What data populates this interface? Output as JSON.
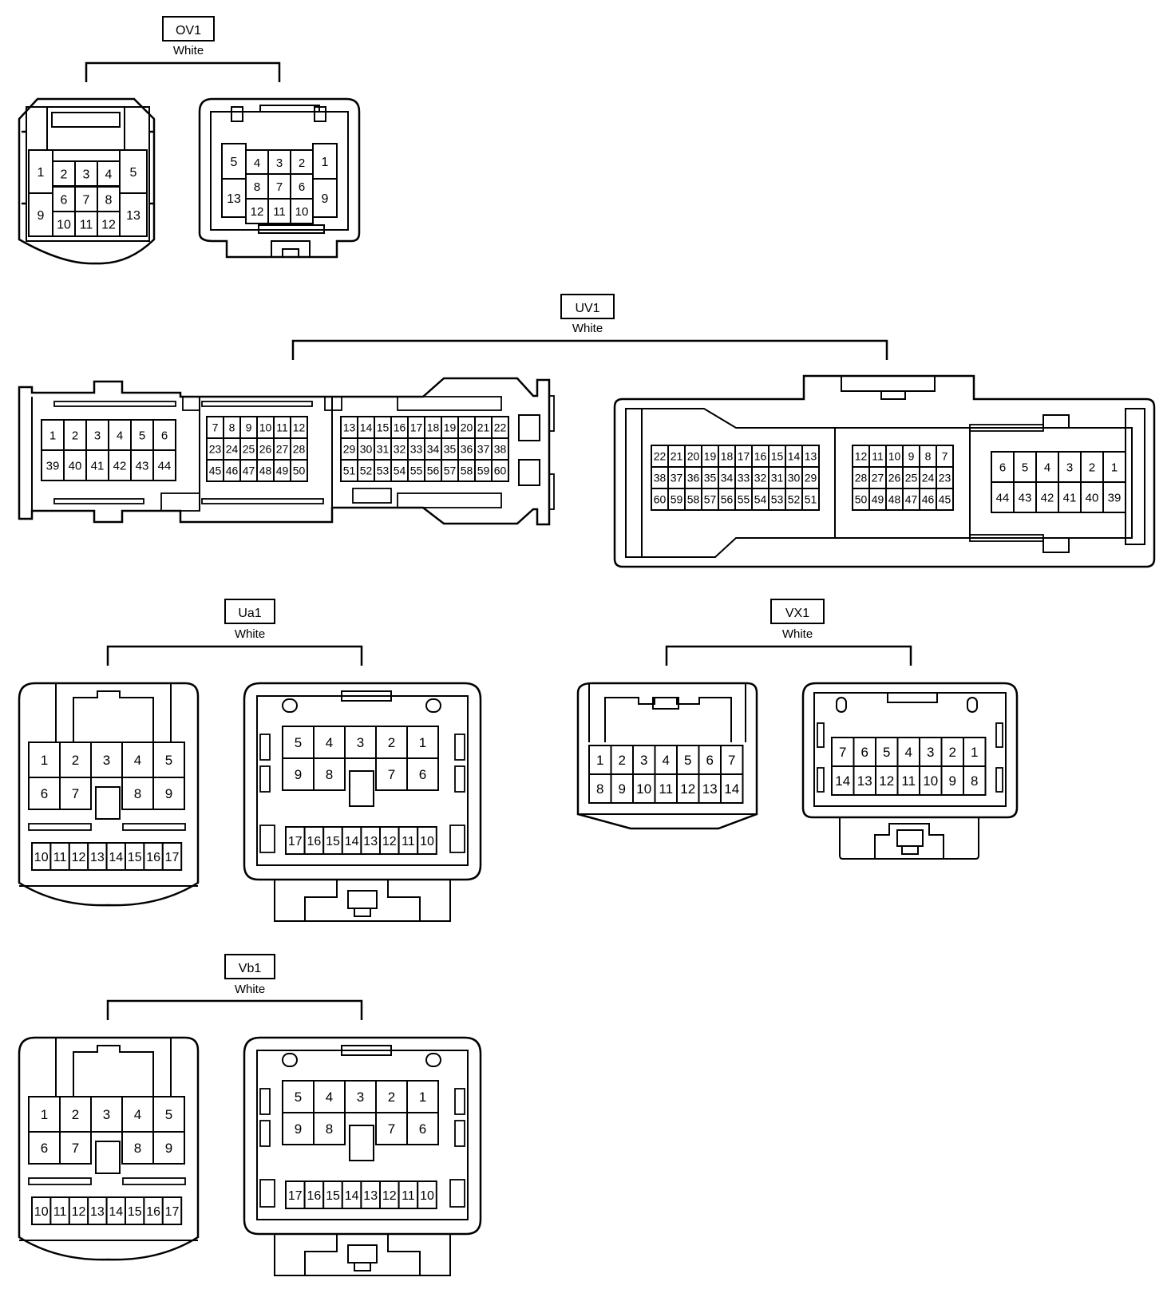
{
  "connectors": {
    "ov1": {
      "code": "OV1",
      "color": "White",
      "left": {
        "cells": [
          "1",
          "2",
          "3",
          "4",
          "5",
          "9",
          "6",
          "7",
          "8",
          "13",
          "10",
          "11",
          "12"
        ]
      },
      "right": {
        "cells": [
          "5",
          "4",
          "3",
          "2",
          "1",
          "13",
          "8",
          "7",
          "6",
          "9",
          "12",
          "11",
          "10"
        ]
      }
    },
    "uv1": {
      "code": "UV1",
      "color": "White",
      "left": {
        "blocks": [
          {
            "rows": [
              [
                "1",
                "2",
                "3",
                "4",
                "5",
                "6"
              ],
              [
                "39",
                "40",
                "41",
                "42",
                "43",
                "44"
              ]
            ]
          },
          {
            "rows": [
              [
                "7",
                "8",
                "9",
                "10",
                "11",
                "12"
              ],
              [
                "23",
                "24",
                "25",
                "26",
                "27",
                "28"
              ],
              [
                "45",
                "46",
                "47",
                "48",
                "49",
                "50"
              ]
            ]
          },
          {
            "rows": [
              [
                "13",
                "14",
                "15",
                "16",
                "17",
                "18",
                "19",
                "20",
                "21",
                "22"
              ],
              [
                "29",
                "30",
                "31",
                "32",
                "33",
                "34",
                "35",
                "36",
                "37",
                "38"
              ],
              [
                "51",
                "52",
                "53",
                "54",
                "55",
                "56",
                "57",
                "58",
                "59",
                "60"
              ]
            ]
          }
        ]
      },
      "right": {
        "blocks": [
          {
            "rows": [
              [
                "22",
                "21",
                "20",
                "19",
                "18",
                "17",
                "16",
                "15",
                "14",
                "13"
              ],
              [
                "38",
                "37",
                "36",
                "35",
                "34",
                "33",
                "32",
                "31",
                "30",
                "29"
              ],
              [
                "60",
                "59",
                "58",
                "57",
                "56",
                "55",
                "54",
                "53",
                "52",
                "51"
              ]
            ]
          },
          {
            "rows": [
              [
                "12",
                "11",
                "10",
                "9",
                "8",
                "7"
              ],
              [
                "28",
                "27",
                "26",
                "25",
                "24",
                "23"
              ],
              [
                "50",
                "49",
                "48",
                "47",
                "46",
                "45"
              ]
            ]
          },
          {
            "rows": [
              [
                "6",
                "5",
                "4",
                "3",
                "2",
                "1"
              ],
              [
                "44",
                "43",
                "42",
                "41",
                "40",
                "39"
              ]
            ]
          }
        ]
      }
    },
    "ua1": {
      "code": "Ua1",
      "color": "White",
      "left": {
        "top": [
          "1",
          "2",
          "3",
          "4",
          "5"
        ],
        "mid": [
          "6",
          "7",
          "8",
          "9"
        ],
        "bottom": [
          "10",
          "11",
          "12",
          "13",
          "14",
          "15",
          "16",
          "17"
        ]
      },
      "right": {
        "top": [
          "5",
          "4",
          "3",
          "2",
          "1"
        ],
        "mid": [
          "9",
          "8",
          "7",
          "6"
        ],
        "bottom": [
          "17",
          "16",
          "15",
          "14",
          "13",
          "12",
          "11",
          "10"
        ]
      }
    },
    "vx1": {
      "code": "VX1",
      "color": "White",
      "left": {
        "rows": [
          [
            "1",
            "2",
            "3",
            "4",
            "5",
            "6",
            "7"
          ],
          [
            "8",
            "9",
            "10",
            "11",
            "12",
            "13",
            "14"
          ]
        ]
      },
      "right": {
        "rows": [
          [
            "7",
            "6",
            "5",
            "4",
            "3",
            "2",
            "1"
          ],
          [
            "14",
            "13",
            "12",
            "11",
            "10",
            "9",
            "8"
          ]
        ]
      }
    },
    "vb1": {
      "code": "Vb1",
      "color": "White",
      "left": {
        "top": [
          "1",
          "2",
          "3",
          "4",
          "5"
        ],
        "mid": [
          "6",
          "7",
          "8",
          "9"
        ],
        "bottom": [
          "10",
          "11",
          "12",
          "13",
          "14",
          "15",
          "16",
          "17"
        ]
      },
      "right": {
        "top": [
          "5",
          "4",
          "3",
          "2",
          "1"
        ],
        "mid": [
          "9",
          "8",
          "7",
          "6"
        ],
        "bottom": [
          "17",
          "16",
          "15",
          "14",
          "13",
          "12",
          "11",
          "10"
        ]
      }
    }
  },
  "colors": {
    "line": "#000000",
    "background": "#ffffff"
  }
}
